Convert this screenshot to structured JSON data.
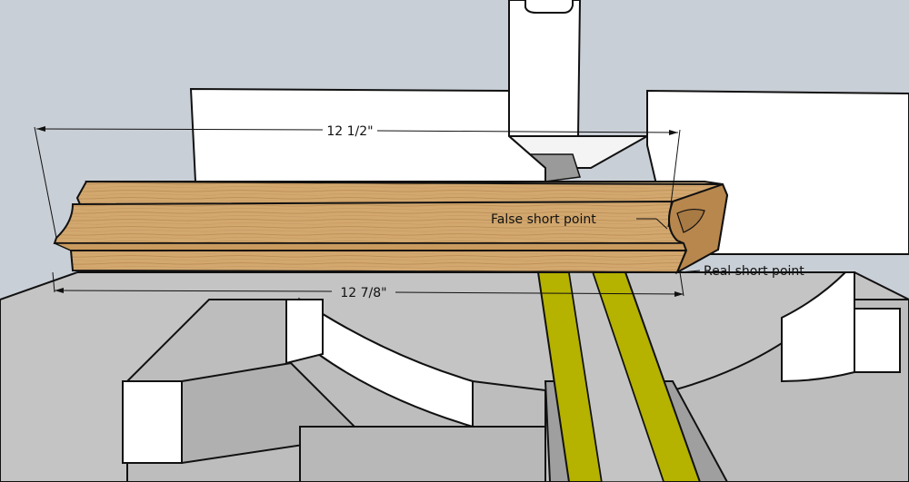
{
  "colors": {
    "sky": "#c9cfd6",
    "fence_white": "#ffffff",
    "table_gray": "#c4c4c4",
    "table_dark": "#a8a8a8",
    "kerf_yellow": "#b5b200",
    "wood_light": "#d9b27a",
    "wood_mid": "#c99b5e",
    "wood_dark": "#a87a44",
    "outline": "#111111"
  },
  "dimensions": {
    "top_length": "12 1/2\"",
    "bottom_length": "12 7/8\""
  },
  "callouts": {
    "false_short_point": "False short point",
    "real_short_point": "Real short point"
  }
}
